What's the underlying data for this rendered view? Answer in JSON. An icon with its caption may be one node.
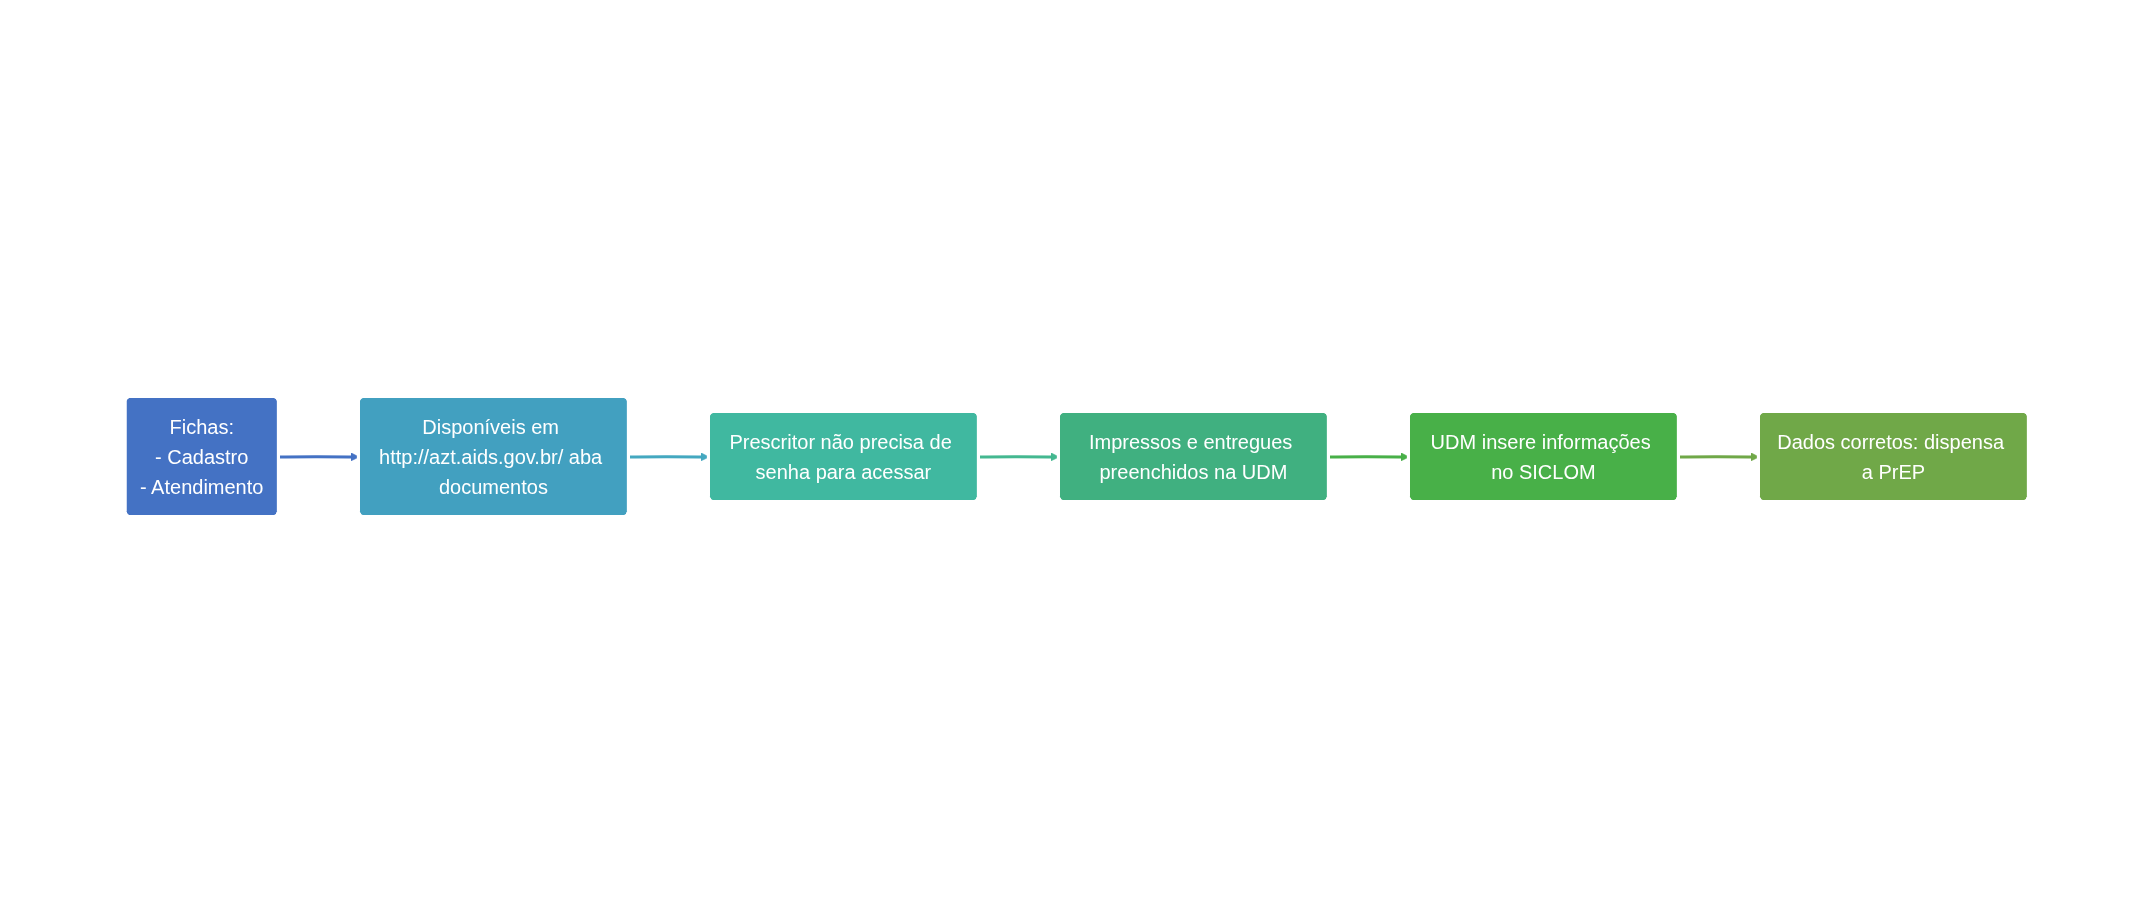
{
  "diagram": {
    "nodes": [
      {
        "text": [
          "Fichas:",
          "- Cadastro",
          "- Atendimento"
        ]
      },
      {
        "text": [
          "Disponíveis em http://azt.aids.gov.br/ aba documentos"
        ]
      },
      {
        "text": [
          "Prescritor não precisa de senha para acessar"
        ]
      },
      {
        "text": [
          "Impressos e entregues preenchidos na UDM"
        ]
      },
      {
        "text": [
          "UDM insere informações no SICLOM"
        ]
      },
      {
        "text": [
          "Dados corretos: dispensa a PrEP"
        ]
      }
    ],
    "edges": [
      {
        "from": 0,
        "to": 1,
        "arrow": "to",
        "color": "#4472c4"
      },
      {
        "from": 1,
        "to": 2,
        "arrow": "to",
        "color": "#44a8c0"
      },
      {
        "from": 2,
        "to": 3,
        "arrow": "to",
        "color": "#44b890"
      },
      {
        "from": 3,
        "to": 4,
        "arrow": "to",
        "color": "#48b048"
      },
      {
        "from": 4,
        "to": 5,
        "arrow": "to",
        "color": "#70a848"
      }
    ]
  }
}
